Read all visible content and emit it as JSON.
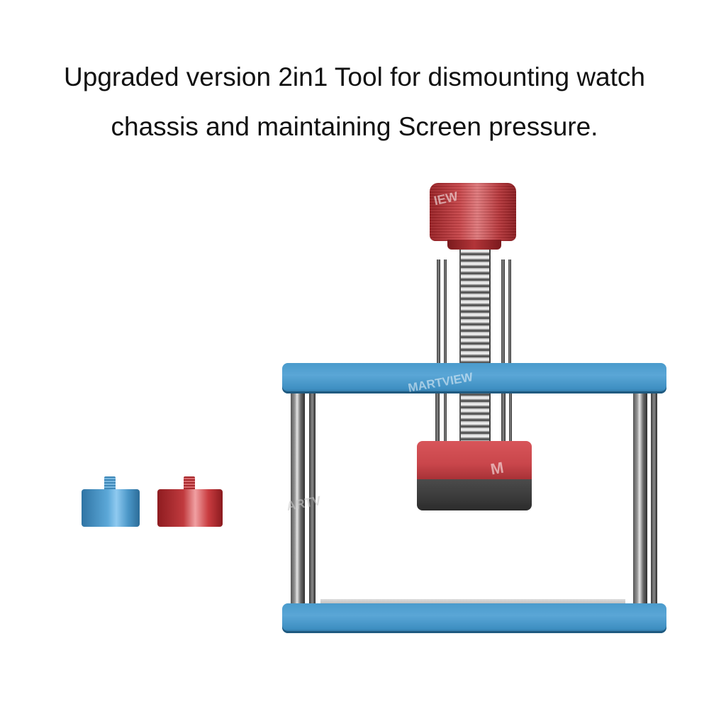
{
  "headline": {
    "line1": "Upgraded version 2in1 Tool for dismounting watch",
    "line2": "chassis and maintaining Screen pressure."
  },
  "product": {
    "name": "2in1 watch chassis dismounting and screen pressure tool",
    "parts": [
      "red knurled knob",
      "threaded screw",
      "guide rods",
      "blue top bar",
      "red/grey pressure pad",
      "blue base bar",
      "blue adapter puck",
      "red adapter puck"
    ]
  },
  "watermark": {
    "brand": "MARTVIEW",
    "fragments": [
      "IEW",
      "ARTV",
      "M"
    ]
  },
  "colors": {
    "frame_blue": "#4a9bcc",
    "knob_red": "#c9474b",
    "pad_grey": "#3a3a3a",
    "background": "#ffffff",
    "text": "#111111"
  }
}
